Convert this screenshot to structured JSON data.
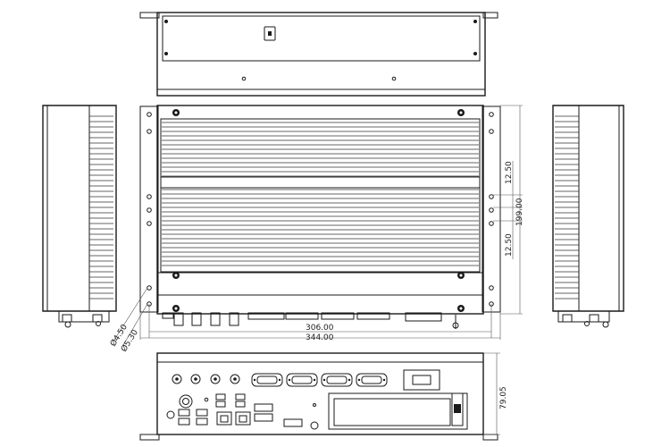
{
  "drawing": {
    "dimensions": {
      "mount_hole_spacing": "306.00",
      "overall_width": "344.00",
      "hole_spacing_upper": "12.50",
      "hole_spacing_center": "199.00",
      "hole_spacing_lower": "12.50",
      "height": "79.05",
      "slot_diameter": "Ø4.50",
      "hole_diameter": "Ø5.30"
    }
  }
}
